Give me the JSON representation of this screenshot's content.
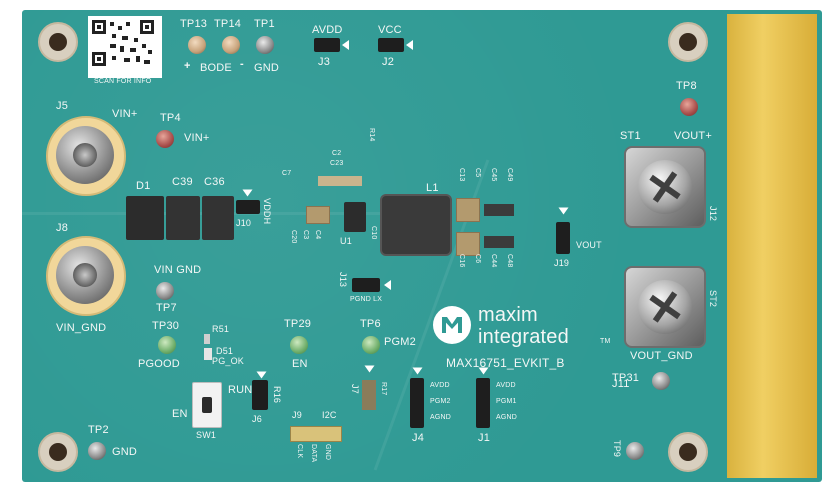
{
  "board": {
    "model_label": "MAX16751_EVKIT_B",
    "brand_line1": "maxim",
    "brand_line2": "integrated",
    "brand_tm": "TM",
    "qr_caption": "SCAN FOR INFO"
  },
  "labels": {
    "tp13": "TP13",
    "tp14": "TP14",
    "tp1": "TP1",
    "plus": "+",
    "bode": "BODE",
    "minus": "-",
    "gnd_top": "GND",
    "avdd": "AVDD",
    "vcc": "VCC",
    "j3": "J3",
    "j2": "J2",
    "j5": "J5",
    "vin_plus_j5": "VIN+",
    "tp4": "TP4",
    "vin_plus_tp4": "VIN+",
    "d1": "D1",
    "c39": "C39",
    "c36": "C36",
    "j8": "J8",
    "vin_gnd_j8": "VIN_GND",
    "vin_gnd_tp7": "VIN GND",
    "tp7": "TP7",
    "j10": "J10",
    "vddh": "VDDH",
    "l1": "L1",
    "u1": "U1",
    "j13": "J13",
    "pgnd_lx": "PGND LX",
    "j19": "J19",
    "vout_j19": "VOUT",
    "tp8": "TP8",
    "st1": "ST1",
    "vout_plus": "VOUT+",
    "j12": "J12",
    "st2": "ST2",
    "vout_gnd": "VOUT_GND",
    "j11": "J11",
    "tp30": "TP30",
    "pgood": "PGOOD",
    "r51": "R51",
    "d51": "D51",
    "pg_ok": "PG_OK",
    "tp29": "TP29",
    "en_tp29": "EN",
    "tp6": "TP6",
    "pgm2": "PGM2",
    "run": "RUN",
    "r16": "R16",
    "j6": "J6",
    "en_sw": "EN",
    "sw1": "SW1",
    "j7": "J7",
    "r17": "R17",
    "j9": "J9",
    "i2c": "I2C",
    "j4": "J4",
    "j1": "J1",
    "tp31": "TP31",
    "tp2": "TP2",
    "gnd_tp2": "GND",
    "tp9": "TP9",
    "j4_pins": [
      "AVDD",
      "PGM2",
      "AGND"
    ],
    "j1_pins": [
      "AVDD",
      "PGM1",
      "AGND"
    ],
    "j9_pins": [
      "CLK",
      "DATA",
      "GND"
    ],
    "cap_top": [
      "C2",
      "C23",
      "R14",
      "C7"
    ],
    "cap_left": [
      "C20",
      "C3",
      "C4",
      "C10"
    ],
    "cap_right_top": [
      "C13",
      "C5",
      "C45",
      "C49"
    ],
    "cap_right_bottom": [
      "C16",
      "C6",
      "C44",
      "C48"
    ]
  },
  "colors": {
    "pcb": "#2f9a94",
    "gold_edge": "#e3be4c",
    "silkscreen": "#f4f7f6"
  }
}
